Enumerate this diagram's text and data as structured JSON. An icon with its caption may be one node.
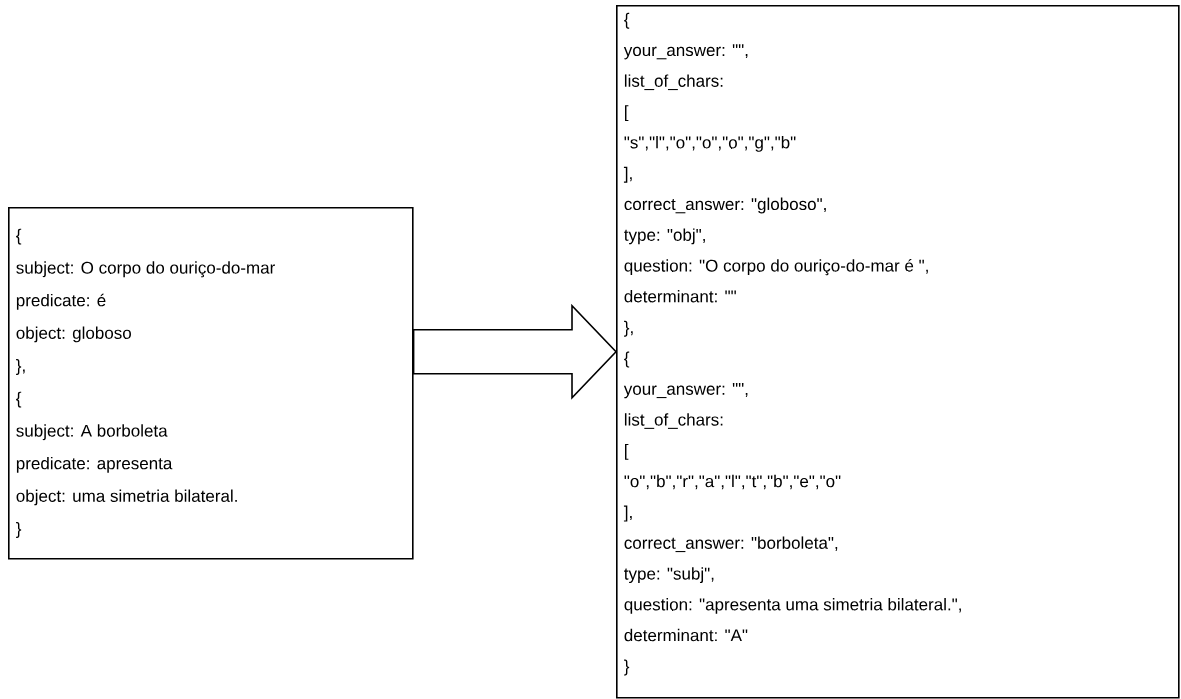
{
  "diagram": {
    "nodes": [
      {
        "text": [
          "{",
          "subject: O corpo do ouriço-do-mar",
          "predicate: é",
          "object: globoso",
          "},",
          "{",
          "subject: A borboleta",
          "predicate: apresenta",
          "object: uma simetria bilateral.",
          "}"
        ]
      },
      {
        "text": [
          "{",
          "your_answer: \"\",",
          "list_of_chars:",
          "[",
          "\"s\",\"l\",\"o\",\"o\",\"o\",\"g\",\"b\"",
          "],",
          "correct_answer: \"globoso\",",
          "type: \"obj\",",
          "question: \"O corpo do ouriço-do-mar é \",",
          "determinant: \"\"",
          "},",
          "{",
          "your_answer: \"\",",
          "list_of_chars:",
          "[",
          "\"o\",\"b\",\"r\",\"a\",\"l\",\"t\",\"b\",\"e\",\"o\"",
          "],",
          "correct_answer: \"borboleta\",",
          "type: \"subj\",",
          "question: \"apresenta uma simetria bilateral.\",",
          "determinant: \"A\"",
          "}"
        ]
      }
    ],
    "edges": [
      {
        "from": 0,
        "to": 1,
        "arrow": "to"
      }
    ]
  }
}
